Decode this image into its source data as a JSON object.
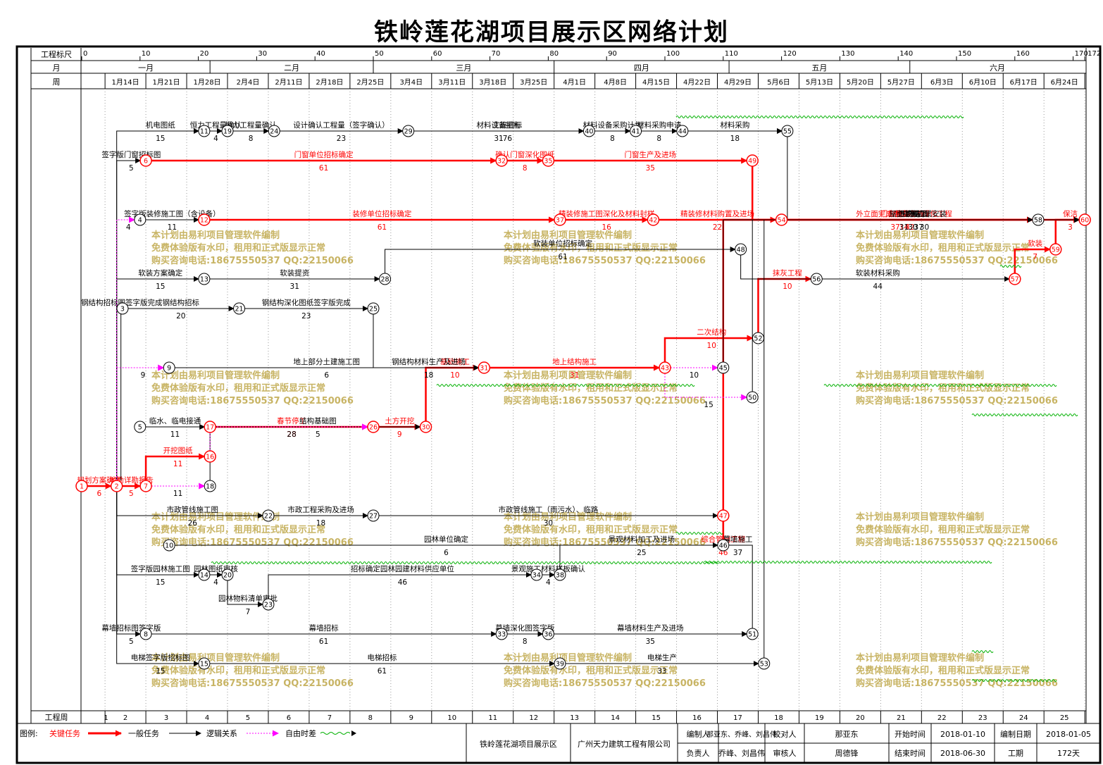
{
  "title": "铁岭莲花湖项目展示区网络计划",
  "header": {
    "ruler_label": "工程标尺",
    "month_label": "月",
    "week_label": "周",
    "ruler_ticks": [
      "0",
      "10",
      "20",
      "30",
      "40",
      "50",
      "60",
      "70",
      "80",
      "90",
      "100",
      "110",
      "120",
      "130",
      "140",
      "150",
      "160",
      "170",
      "172"
    ],
    "months": [
      "一月",
      "二月",
      "三月",
      "四月",
      "五月",
      "六月"
    ],
    "weeks": [
      "1月14日",
      "1月21日",
      "1月28日",
      "2月4日",
      "2月11日",
      "2月18日",
      "2月25日",
      "3月4日",
      "3月11日",
      "3月18日",
      "3月25日",
      "4月1日",
      "4月8日",
      "4月15日",
      "4月22日",
      "4月29日",
      "5月6日",
      "5月13日",
      "5月20日",
      "5月27日",
      "6月3日",
      "6月10日",
      "6月17日",
      "6月24日"
    ]
  },
  "footer": {
    "week_row_label": "工程周",
    "week_numbers": [
      "1",
      "2",
      "3",
      "4",
      "5",
      "6",
      "7",
      "8",
      "9",
      "10",
      "11",
      "12",
      "13",
      "14",
      "15",
      "16",
      "17",
      "18",
      "19",
      "20",
      "21",
      "22",
      "23",
      "24",
      "25"
    ],
    "legend_label": "图例:",
    "legend_critical": "关键任务",
    "legend_normal": "一般任务",
    "legend_logic": "逻辑关系",
    "legend_float": "自由时差",
    "project_name": "铁岭莲花湖项目展示区",
    "company": "广州天力建筑工程有限公司",
    "compiler_label": "编制人",
    "compiler": "那亚东、乔峰、刘昌伟",
    "checker_label": "校对人",
    "checker": "那亚东",
    "start_label": "开始时间",
    "start": "2018-01-10",
    "date_label": "编制日期",
    "date": "2018-01-05",
    "owner_label": "负责人",
    "owner": "乔峰、刘昌伟",
    "reviewer_label": "审核人",
    "reviewer": "周德锋",
    "end_label": "结束时间",
    "end": "2018-06-30",
    "duration_label": "工期",
    "duration": "172天"
  },
  "watermark": [
    "本计划由易利项目管理软件编制",
    "免费体验版有水印，租用和正式版显示正常",
    "购买咨询电话:18675550537 QQ:22150066"
  ],
  "colors": {
    "critical": "#ff0000",
    "normal": "#000000",
    "float": "#ff00ff",
    "wave": "#00b000",
    "watermark": "#c8b464"
  },
  "chart_data": {
    "type": "network",
    "nodes": [
      {
        "id": 1,
        "day": 0,
        "row": 690,
        "critical": true
      },
      {
        "id": 2,
        "day": 6,
        "row": 690,
        "critical": true
      },
      {
        "id": 3,
        "day": 7,
        "row": 438
      },
      {
        "id": 4,
        "day": 10,
        "row": 312
      },
      {
        "id": 5,
        "day": 10,
        "row": 606
      },
      {
        "id": 6,
        "day": 11,
        "row": 228,
        "critical": true
      },
      {
        "id": 7,
        "day": 11,
        "row": 690,
        "critical": true
      },
      {
        "id": 8,
        "day": 11,
        "row": 900
      },
      {
        "id": 9,
        "day": 15,
        "row": 522
      },
      {
        "id": 10,
        "day": 15,
        "row": 774
      },
      {
        "id": 11,
        "day": 21,
        "row": 186
      },
      {
        "id": 12,
        "day": 21,
        "row": 312,
        "critical": true
      },
      {
        "id": 13,
        "day": 21,
        "row": 396
      },
      {
        "id": 14,
        "day": 21,
        "row": 816
      },
      {
        "id": 15,
        "day": 21,
        "row": 942
      },
      {
        "id": 16,
        "day": 22,
        "row": 648,
        "critical": true
      },
      {
        "id": 17,
        "day": 22,
        "row": 606,
        "critical": true
      },
      {
        "id": 18,
        "day": 22,
        "row": 690
      },
      {
        "id": 19,
        "day": 25,
        "row": 186
      },
      {
        "id": 20,
        "day": 25,
        "row": 816
      },
      {
        "id": 21,
        "day": 27,
        "row": 438
      },
      {
        "id": 22,
        "day": 32,
        "row": 732
      },
      {
        "id": 23,
        "day": 32,
        "row": 858
      },
      {
        "id": 24,
        "day": 33,
        "row": 186
      },
      {
        "id": 25,
        "day": 50,
        "row": 438
      },
      {
        "id": 26,
        "day": 50,
        "row": 606,
        "critical": true
      },
      {
        "id": 27,
        "day": 50,
        "row": 732
      },
      {
        "id": 28,
        "day": 52,
        "row": 396
      },
      {
        "id": 29,
        "day": 56,
        "row": 186
      },
      {
        "id": 30,
        "day": 59,
        "row": 606,
        "critical": true
      },
      {
        "id": 31,
        "day": 69,
        "row": 522,
        "critical": true
      },
      {
        "id": 32,
        "day": 72,
        "row": 228,
        "critical": true
      },
      {
        "id": 33,
        "day": 72,
        "row": 900
      },
      {
        "id": 34,
        "day": 78,
        "row": 816
      },
      {
        "id": 35,
        "day": 80,
        "row": 228,
        "critical": true
      },
      {
        "id": 36,
        "day": 80,
        "row": 900
      },
      {
        "id": 37,
        "day": 82,
        "row": 312,
        "critical": true
      },
      {
        "id": 38,
        "day": 82,
        "row": 816
      },
      {
        "id": 39,
        "day": 82,
        "row": 942
      },
      {
        "id": 40,
        "day": 87,
        "row": 186
      },
      {
        "id": 41,
        "day": 95,
        "row": 186
      },
      {
        "id": 42,
        "day": 98,
        "row": 312,
        "critical": true
      },
      {
        "id": 43,
        "day": 100,
        "row": 522,
        "critical": true
      },
      {
        "id": 44,
        "day": 103,
        "row": 186
      },
      {
        "id": 45,
        "day": 110,
        "row": 522
      },
      {
        "id": 46,
        "day": 110,
        "row": 774
      },
      {
        "id": 47,
        "day": 110,
        "row": 732,
        "critical": true
      },
      {
        "id": 48,
        "day": 113,
        "row": 354
      },
      {
        "id": 49,
        "day": 115,
        "row": 228,
        "critical": true
      },
      {
        "id": 50,
        "day": 115,
        "row": 564
      },
      {
        "id": 51,
        "day": 115,
        "row": 900
      },
      {
        "id": 52,
        "day": 116,
        "row": 480
      },
      {
        "id": 53,
        "day": 117,
        "row": 942
      },
      {
        "id": 54,
        "day": 120,
        "row": 312,
        "critical": true
      },
      {
        "id": 55,
        "day": 121,
        "row": 186
      },
      {
        "id": 56,
        "day": 126,
        "row": 396
      },
      {
        "id": 57,
        "day": 160,
        "row": 396,
        "critical": true
      },
      {
        "id": 58,
        "day": 164,
        "row": 312
      },
      {
        "id": 59,
        "day": 167,
        "row": 354,
        "critical": true
      },
      {
        "id": 60,
        "day": 172,
        "row": 312,
        "critical": true
      }
    ],
    "activities": [
      {
        "from": 1,
        "to": 2,
        "name": "规划方案确定",
        "dur": "6",
        "critical": true
      },
      {
        "from": 2,
        "to": 7,
        "name": "地勘详勘报告",
        "dur": "5",
        "critical": true
      },
      {
        "from": 7,
        "to": 16,
        "name": "开挖图纸",
        "dur": "11",
        "critical": true
      },
      {
        "from": 17,
        "to": 26,
        "name": "春节停工",
        "dur": "28",
        "critical": true
      },
      {
        "from": 26,
        "to": 30,
        "name": "土方开挖",
        "dur": "9",
        "critical": true
      },
      {
        "from": 30,
        "to": 31,
        "name": "基础施工",
        "dur": "10",
        "critical": true
      },
      {
        "from": 31,
        "to": 43,
        "name": "地上结构施工",
        "dur": "31",
        "critical": true
      },
      {
        "from": 43,
        "to": 52,
        "name": "二次结构",
        "dur": "10",
        "critical": true
      },
      {
        "from": 52,
        "to": 56,
        "name": "抹灰工程",
        "dur": "10",
        "critical": true
      },
      {
        "from": 6,
        "to": 32,
        "name": "门窗单位招标确定",
        "dur": "61",
        "critical": true
      },
      {
        "from": 32,
        "to": 35,
        "name": "确认门窗深化图纸",
        "dur": "8",
        "critical": true
      },
      {
        "from": 35,
        "to": 49,
        "name": "门窗生产及进场",
        "dur": "35",
        "critical": true
      },
      {
        "from": 49,
        "to": 58,
        "name": "门窗施工",
        "dur": "37",
        "critical": true
      },
      {
        "from": 12,
        "to": 37,
        "name": "装修单位招标确定",
        "dur": "61",
        "critical": true
      },
      {
        "from": 37,
        "to": 42,
        "name": "精装修施工图深化及材料封样",
        "dur": "16",
        "critical": true
      },
      {
        "from": 42,
        "to": 54,
        "name": "精装修材料购置及进场",
        "dur": "22",
        "critical": true
      },
      {
        "from": 54,
        "to": 58,
        "name": "精装工程",
        "dur": "32",
        "critical": true
      },
      {
        "from": 57,
        "to": 59,
        "name": "软装",
        "dur": "7",
        "critical": true
      },
      {
        "from": 59,
        "to": 60,
        "name": "保洁",
        "dur": "3",
        "critical": true
      },
      {
        "from": 47,
        "to": 46,
        "name": "综合管网工程",
        "dur": "46",
        "critical": true
      },
      {
        "from": 46,
        "to": 60,
        "name": "外立面完成后园建、绿化工程",
        "dur": "14",
        "critical": true
      },
      {
        "from": 2,
        "to": 6,
        "name": "签字版门窗招标图",
        "dur": "5"
      },
      {
        "from": 2,
        "to": 11,
        "name": "机电图纸",
        "dur": "15"
      },
      {
        "from": 11,
        "to": 19,
        "name": "恒力工程量确认",
        "dur": "4"
      },
      {
        "from": 19,
        "to": 24,
        "name": "恒力工程量确认",
        "dur": "8"
      },
      {
        "from": 24,
        "to": 29,
        "name": "设计确认工程量（签字确认）",
        "dur": "23"
      },
      {
        "from": 29,
        "to": 40,
        "name": "材料设备招标",
        "dur": "31"
      },
      {
        "from": 40,
        "to": 41,
        "name": "材料设备采购计划",
        "dur": "8"
      },
      {
        "from": 41,
        "to": 44,
        "name": "材料采购申请",
        "dur": "8"
      },
      {
        "from": 44,
        "to": 55,
        "name": "材料采购",
        "dur": "18"
      },
      {
        "from": 55,
        "to": 58,
        "name": "进场施工",
        "dur": "30"
      },
      {
        "from": 19,
        "to": 55,
        "name": "工班招标",
        "dur": "76"
      },
      {
        "from": 4,
        "to": 12,
        "name": "签字版装修施工图（含设备）",
        "dur": "11"
      },
      {
        "from": 28,
        "to": 48,
        "name": "软装单位招标确定",
        "dur": "61"
      },
      {
        "from": 48,
        "to": 57,
        "name": "软装材料采购",
        "dur": "44"
      },
      {
        "from": 2,
        "to": 13,
        "name": "软装方案确定",
        "dur": "15"
      },
      {
        "from": 13,
        "to": 28,
        "name": "软装提资",
        "dur": "31"
      },
      {
        "from": 3,
        "to": 21,
        "name": "钢结构招标",
        "dur": "20"
      },
      {
        "from": 21,
        "to": 25,
        "name": "钢结构深化图纸签字版完成",
        "dur": "23"
      },
      {
        "from": 25,
        "to": 31,
        "name": "钢结构材料生产及进场",
        "dur": "18"
      },
      {
        "from": 9,
        "to": 31,
        "name": "地上部分土建施工图",
        "dur": "6"
      },
      {
        "from": 45,
        "to": 60,
        "name": "屋面工程",
        "dur": "31"
      },
      {
        "from": 50,
        "to": 60,
        "name": "外立面",
        "dur": "37"
      },
      {
        "from": 5,
        "to": 17,
        "name": "临水、临电接通",
        "dur": "11"
      },
      {
        "from": 18,
        "to": 30,
        "name": "结构基础图",
        "dur": "5"
      },
      {
        "from": 2,
        "to": 22,
        "name": "市政管线施工图",
        "dur": "26"
      },
      {
        "from": 22,
        "to": 27,
        "name": "市政工程采购及进场",
        "dur": "18"
      },
      {
        "from": 27,
        "to": 47,
        "name": "市政管线施工（雨污水）、临路",
        "dur": "30"
      },
      {
        "from": 10,
        "to": 46,
        "name": "园林单位确定",
        "dur": "6"
      },
      {
        "from": 2,
        "to": 14,
        "name": "签字版园林施工图",
        "dur": "15"
      },
      {
        "from": 14,
        "to": 20,
        "name": "园林图纸审核",
        "dur": "4"
      },
      {
        "from": 20,
        "to": 23,
        "name": "园林物料清单审批",
        "dur": "7"
      },
      {
        "from": 23,
        "to": 34,
        "name": "招标确定园林园建材料供应单位",
        "dur": "46"
      },
      {
        "from": 34,
        "to": 38,
        "name": "景观施工材料样板确认",
        "dur": "4"
      },
      {
        "from": 38,
        "to": 46,
        "name": "景观材料加工及进场",
        "dur": "25"
      },
      {
        "from": 2,
        "to": 8,
        "name": "幕墙招标图签字版",
        "dur": "5"
      },
      {
        "from": 8,
        "to": 33,
        "name": "幕墙招标",
        "dur": "61"
      },
      {
        "from": 33,
        "to": 36,
        "name": "幕墙深化图签字版",
        "dur": "8"
      },
      {
        "from": 36,
        "to": 51,
        "name": "幕墙材料生产及进场",
        "dur": "35"
      },
      {
        "from": 51,
        "to": 46,
        "name": "幕墙施工",
        "dur": "37"
      },
      {
        "from": 2,
        "to": 15,
        "name": "电梯签字版招标图",
        "dur": "15"
      },
      {
        "from": 15,
        "to": 39,
        "name": "电梯招标",
        "dur": "61"
      },
      {
        "from": 39,
        "to": 53,
        "name": "电梯生产",
        "dur": "33"
      },
      {
        "from": 53,
        "to": 60,
        "name": "电梯调试安装",
        "dur": "30"
      },
      {
        "from": 2,
        "to": 3,
        "name": "钢结构招标图签字版完成",
        "dur": ""
      },
      {
        "from": 2,
        "to": 4,
        "name": "",
        "dur": "4",
        "float": true
      },
      {
        "from": 2,
        "to": 9,
        "name": "",
        "dur": "9",
        "float": true
      },
      {
        "from": 7,
        "to": 18,
        "name": "",
        "dur": "11",
        "float": true
      },
      {
        "from": 16,
        "to": 26,
        "name": "",
        "dur": "28",
        "float": true
      },
      {
        "from": 43,
        "to": 45,
        "name": "",
        "dur": "10",
        "float": true
      },
      {
        "from": 43,
        "to": 50,
        "name": "",
        "dur": "15",
        "float": true
      }
    ]
  }
}
